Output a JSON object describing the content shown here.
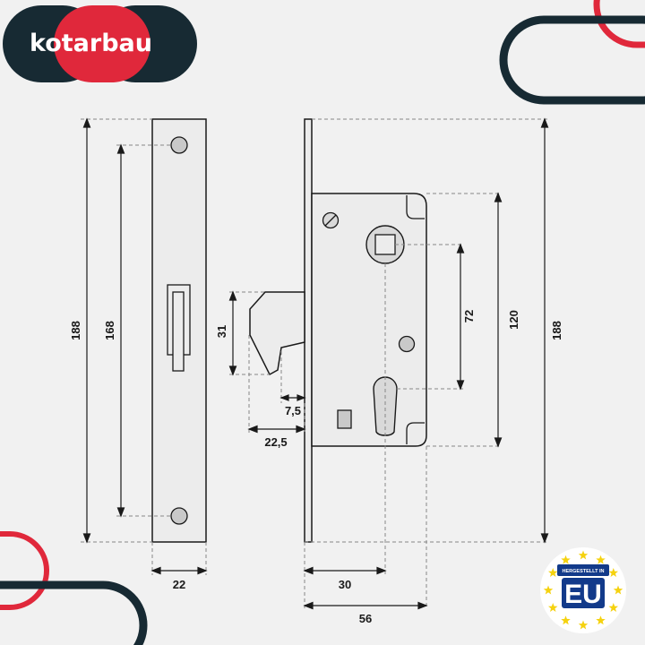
{
  "brand": {
    "name": "kotarbau",
    "colors": {
      "dark": "#172a33",
      "red": "#e0283b",
      "metal": "#ececec",
      "line": "#1a1a1a"
    }
  },
  "badge": {
    "top_text": "HERGESTELLT IN",
    "big_text": "EU",
    "colors": {
      "blue": "#123a8a",
      "star": "#f5d20f"
    }
  },
  "dimensions": {
    "faceplate_height": "188",
    "faceplate_hole_spacing": "168",
    "faceplate_width": "22",
    "hook_height": "31",
    "hook_throw": "7,5",
    "hook_projection": "22,5",
    "spindle_to_cylinder": "72",
    "case_height": "120",
    "total_height": "188",
    "backset": "30",
    "case_depth": "56"
  }
}
